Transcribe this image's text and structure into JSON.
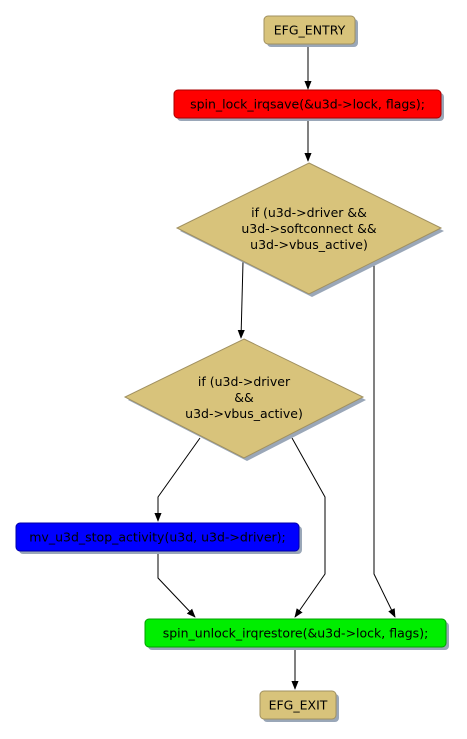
{
  "nodes": {
    "entry": {
      "label": "EFG_ENTRY",
      "fill": "#d8c37b"
    },
    "lock": {
      "label": "spin_lock_irqsave(&u3d->lock, flags);",
      "fill": "#ff0000"
    },
    "cond1": {
      "lines": [
        "if (u3d->driver &&",
        "u3d->softconnect &&",
        "u3d->vbus_active)"
      ],
      "fill": "#d8c37b"
    },
    "cond2": {
      "lines": [
        "if (u3d->driver",
        "&&",
        "u3d->vbus_active)"
      ],
      "fill": "#d8c37b"
    },
    "stop": {
      "label": "mv_u3d_stop_activity(u3d, u3d->driver);",
      "fill": "#0000ff"
    },
    "unlock": {
      "label": "spin_unlock_irqrestore(&u3d->lock, flags);",
      "fill": "#00ee00"
    },
    "exit": {
      "label": "EFG_EXIT",
      "fill": "#d8c37b"
    }
  },
  "colors": {
    "edge": "#000000",
    "shadow": "#9aa7b8",
    "border": "#a09060"
  }
}
